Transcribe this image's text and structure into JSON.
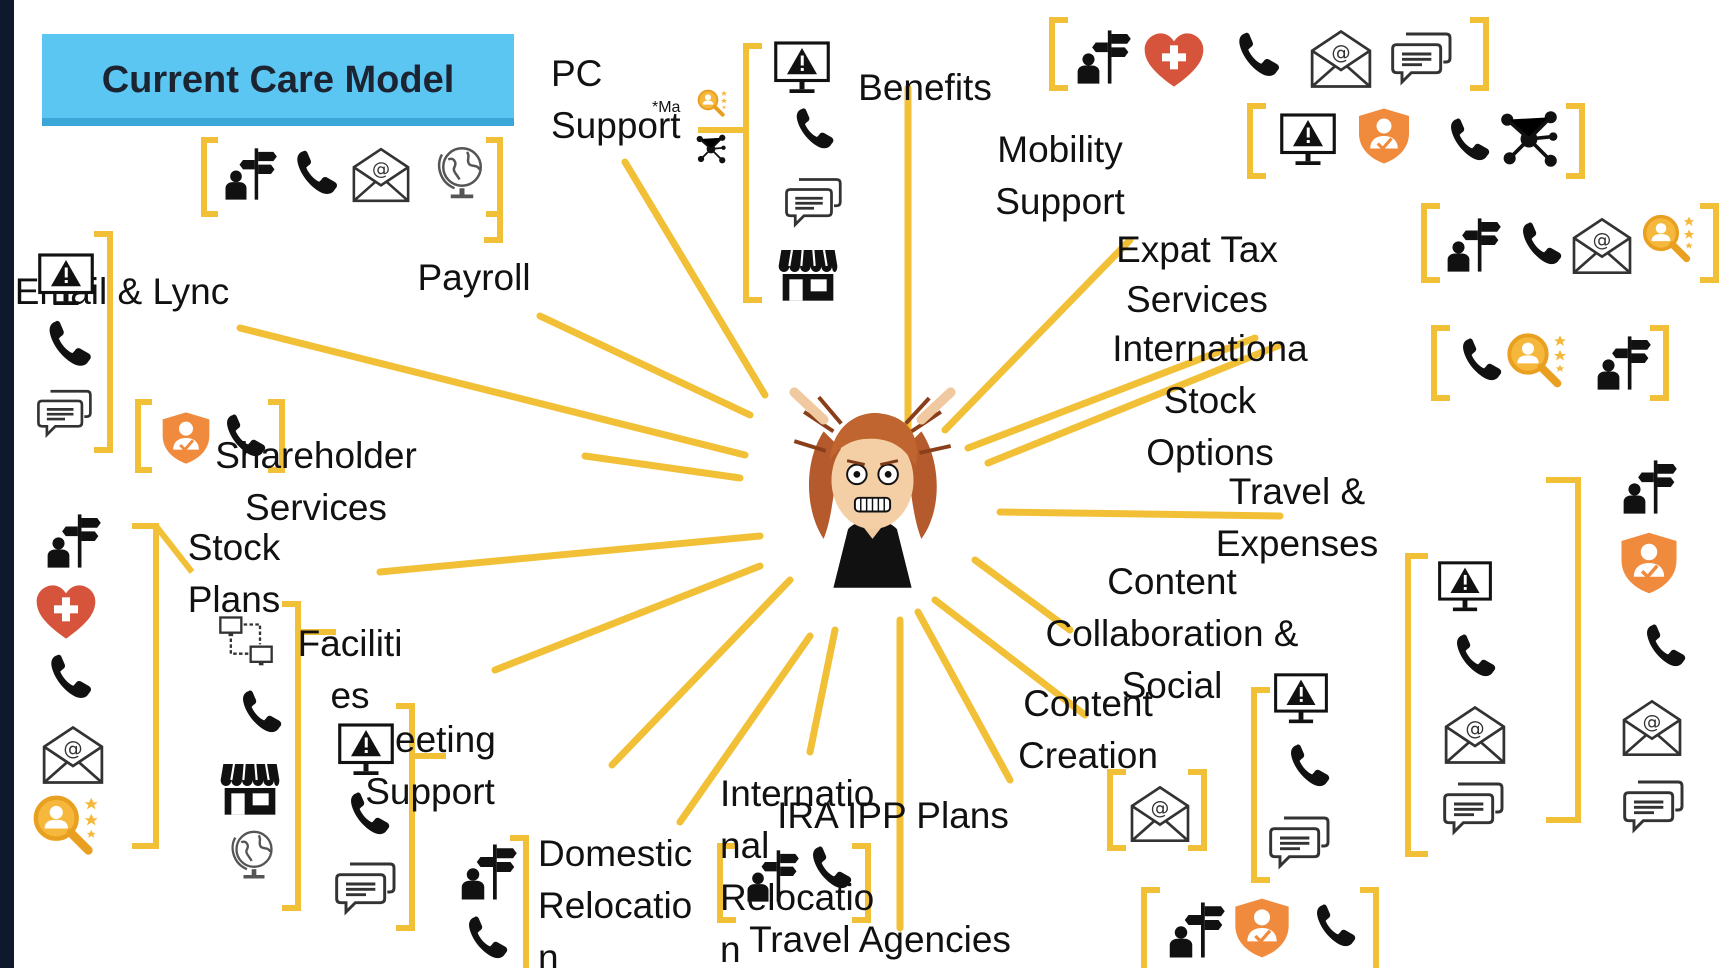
{
  "title": "Current Care Model",
  "colors": {
    "frame": "#0e1a2b",
    "canvas": "#ffffff",
    "accent": "#f2c037",
    "title_box": "#5cc6f3",
    "shield": "#f08a3c",
    "heart": "#d6543c",
    "ink": "#111111"
  },
  "center": {
    "name": "frustrated-person",
    "icon": "stressed-woman-icon"
  },
  "annotation": "*Ma",
  "services": [
    {
      "id": "email-lync",
      "label_lines": [
        "Email & Lync"
      ],
      "channels": [
        "alert-monitor-icon",
        "phone-icon",
        "chat-icon"
      ]
    },
    {
      "id": "payroll",
      "label_lines": [
        "Payroll"
      ],
      "channels": [
        "signpost-icon",
        "phone-icon",
        "email-icon",
        "globe-icon"
      ]
    },
    {
      "id": "pc-support",
      "label_lines": [
        "PC",
        "Support"
      ],
      "channels": [
        "alert-monitor-icon",
        "phone-icon",
        "chat-icon",
        "store-icon"
      ]
    },
    {
      "id": "benefits",
      "label_lines": [
        "Benefits"
      ],
      "channels": [
        "signpost-icon",
        "heart-icon",
        "phone-icon",
        "email-icon",
        "chat-icon"
      ]
    },
    {
      "id": "mobility-support",
      "label_lines": [
        "Mobility",
        "Support"
      ],
      "channels": [
        "alert-monitor-icon",
        "shield-icon",
        "phone-icon",
        "network-icon"
      ]
    },
    {
      "id": "expat-tax",
      "label_lines": [
        "Expat Tax",
        "Services"
      ],
      "channels": [
        "signpost-icon",
        "phone-icon",
        "email-icon",
        "search-rating-icon"
      ]
    },
    {
      "id": "intl-stock",
      "label_lines": [
        "Internationa",
        "Stock",
        "Options"
      ],
      "channels": [
        "phone-icon",
        "search-rating-icon",
        "signpost-icon"
      ]
    },
    {
      "id": "shareholder",
      "label_lines": [
        "Shareholder",
        "Services"
      ],
      "channels": [
        "shield-icon",
        "phone-icon"
      ]
    },
    {
      "id": "stock-plans",
      "label_lines": [
        "Stock",
        "Plans"
      ],
      "channels": [
        "signpost-icon",
        "heart-icon",
        "phone-icon",
        "email-icon",
        "search-rating-icon"
      ]
    },
    {
      "id": "travel-expenses",
      "label_lines": [
        "Travel &",
        "Expenses"
      ],
      "channels": [
        "signpost-icon",
        "shield-icon",
        "phone-icon",
        "email-icon",
        "chat-icon"
      ]
    },
    {
      "id": "facilities",
      "label_lines": [
        "Faciliti",
        "es"
      ],
      "channels": [
        "network-computers-icon",
        "phone-icon",
        "store-icon",
        "globe-icon"
      ]
    },
    {
      "id": "content-collab",
      "label_lines": [
        "Content",
        "Collaboration &",
        "Social"
      ],
      "channels": [
        "alert-monitor-icon",
        "phone-icon",
        "email-icon",
        "chat-icon"
      ]
    },
    {
      "id": "meeting-support",
      "label_lines": [
        "Meeting",
        "Support"
      ],
      "channels": [
        "alert-monitor-icon",
        "phone-icon",
        "chat-icon"
      ]
    },
    {
      "id": "content-creation",
      "label_lines": [
        "Content",
        "Creation"
      ],
      "channels": [
        "alert-monitor-icon",
        "phone-icon",
        "chat-icon"
      ]
    },
    {
      "id": "domestic-relocation",
      "label_lines": [
        "Domestic",
        "Relocatio",
        "n"
      ],
      "channels": [
        "signpost-icon",
        "phone-icon"
      ]
    },
    {
      "id": "intl-relocation",
      "label_lines": [
        "Internatio",
        "nal",
        "Relocatio",
        "n"
      ],
      "channels": [
        "signpost-icon",
        "phone-icon"
      ]
    },
    {
      "id": "ira-ipp",
      "label_lines": [
        "IRA IPP Plans"
      ],
      "channels": [
        "email-icon"
      ]
    },
    {
      "id": "travel-agencies",
      "label_lines": [
        "Travel Agencies"
      ],
      "channels": [
        "signpost-icon",
        "shield-icon",
        "phone-icon"
      ]
    }
  ]
}
